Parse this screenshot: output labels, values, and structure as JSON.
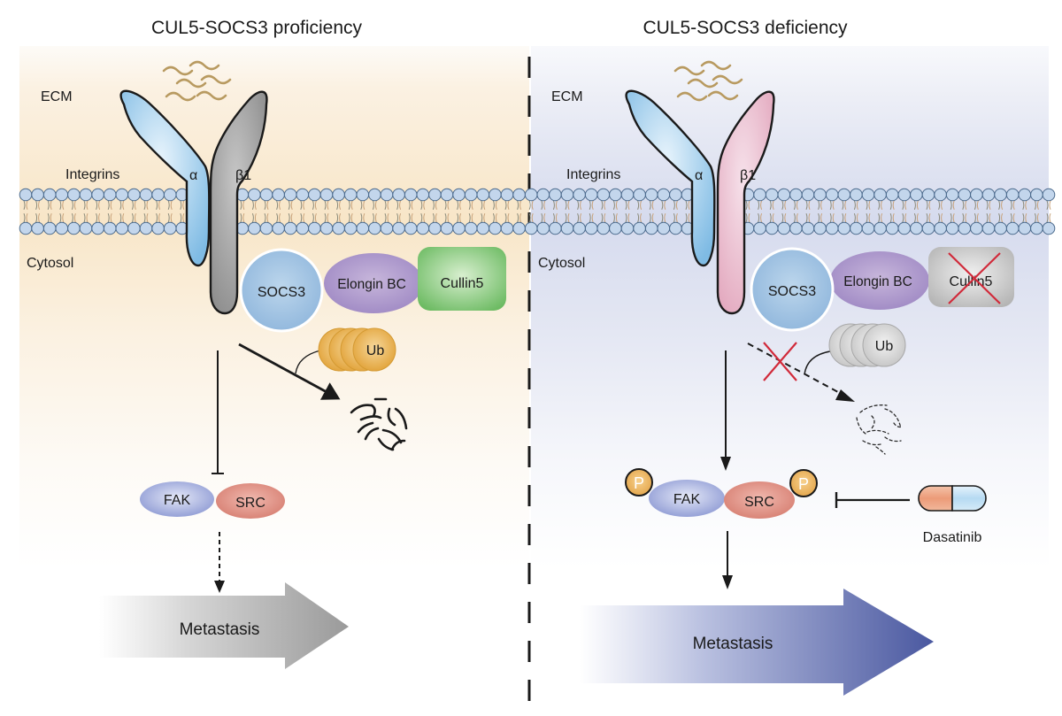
{
  "panels": [
    {
      "id": "proficiency",
      "title": "CUL5-SOCS3 proficiency",
      "labels": {
        "ecm": "ECM",
        "integrins": "Integrins",
        "cytosol": "Cytosol",
        "alpha": "α",
        "beta": "β1"
      },
      "complex": {
        "socs3": "SOCS3",
        "elongin": "Elongin BC",
        "cullin": "Cullin5",
        "cullin_deleted": false
      },
      "ubiquitin": "Ub",
      "degradation": "active",
      "fak": "FAK",
      "src": "SRC",
      "phosphorylated": false,
      "signal_to_fak": "inhibited",
      "fak_to_metastasis": "weak (dashed)",
      "outcome": "Metastasis",
      "colors": {
        "background": "#f8e6c8",
        "beta_integrin": "#9a9a9a",
        "cullin": "#6dbb63",
        "ubiquitin": "#e7a93c",
        "outcome_arrow": "#9c9c9c"
      }
    },
    {
      "id": "deficiency",
      "title": "CUL5-SOCS3 deficiency",
      "labels": {
        "ecm": "ECM",
        "integrins": "Integrins",
        "cytosol": "Cytosol",
        "alpha": "α",
        "beta": "β1"
      },
      "complex": {
        "socs3": "SOCS3",
        "elongin": "Elongin BC",
        "cullin": "Cullin5",
        "cullin_deleted": true
      },
      "ubiquitin": "Ub",
      "degradation": "blocked",
      "fak": "FAK",
      "src": "SRC",
      "phosphorylated": true,
      "phospho_label": "P",
      "signal_to_fak": "activated",
      "fak_to_metastasis": "strong",
      "drug": "Dasatinib",
      "drug_effect": "inhibits SRC",
      "outcome": "Metastasis",
      "colors": {
        "background": "#d6dbee",
        "beta_integrin": "#ebb8c9",
        "cullin": "#c8c8c8",
        "ubiquitin": "#d0d0d0",
        "outcome_arrow": "#4a58a0",
        "cross": "#d12a3a"
      }
    }
  ]
}
